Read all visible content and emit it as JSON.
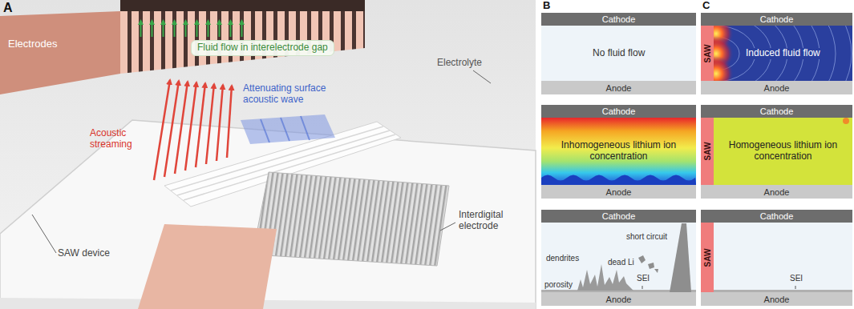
{
  "diagram": {
    "nodes": [
      {
        "text": [
          "Fluid flow in interelectrode gap"
        ]
      },
      {
        "text": [
          "No fluid flow"
        ]
      },
      {
        "text": [
          "Cathode"
        ],
        "in": 1
      },
      {
        "text": [
          "Anode"
        ],
        "in": 1
      },
      {
        "text": [
          "Inhomogeneous lithium ion concentration"
        ]
      },
      {
        "text": [
          "Cathode"
        ],
        "in": 4
      },
      {
        "text": [
          "Anode"
        ],
        "in": 4
      },
      {
        "text": [
          "dendrites",
          "short circuit",
          "dead Li",
          "SEI",
          "porosity"
        ]
      },
      {
        "text": [
          "Cathode"
        ],
        "in": 7
      },
      {
        "text": [
          "Anode"
        ],
        "in": 7
      },
      {
        "text": [
          "Induced fluid flow"
        ]
      },
      {
        "text": [
          "Cathode"
        ],
        "in": 10
      },
      {
        "text": [
          "SAW"
        ],
        "in": 10
      },
      {
        "text": [
          "Anode"
        ],
        "in": 10
      },
      {
        "text": [
          "Homogeneous lithium ion concentration"
        ]
      },
      {
        "text": [
          "Cathode"
        ],
        "in": 14
      },
      {
        "text": [
          "SAW"
        ],
        "in": 14
      },
      {
        "text": [
          "Anode"
        ],
        "in": 14
      },
      {
        "text": [
          "SEI"
        ]
      },
      {
        "text": [
          "Cathode"
        ],
        "in": 18
      },
      {
        "text": [
          "SAW"
        ],
        "in": 18
      },
      {
        "text": [
          "Anode"
        ],
        "in": 18
      }
    ],
    "labels": [
      "A",
      "Electrodes",
      "Electrolyte",
      "Acoustic streaming",
      "Attenuating surface acoustic wave",
      "Interdigital electrode",
      "SAW device",
      "B",
      "C"
    ]
  }
}
